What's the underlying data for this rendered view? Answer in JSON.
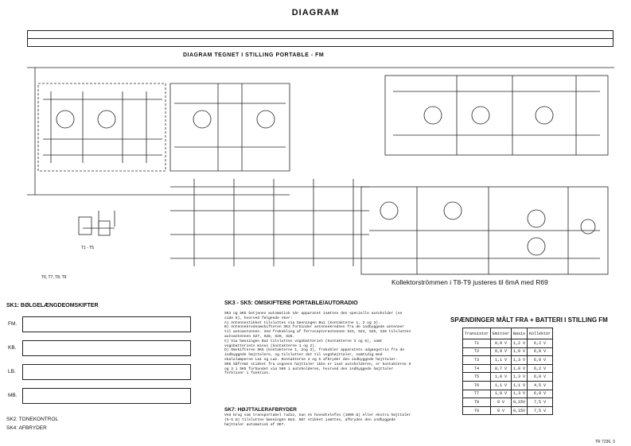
{
  "title": "DIAGRAM",
  "subtitle": "DIAGRAM TEGNET I STILLING PORTABLE - FM",
  "note": "Kollektorströmmen i T8-T9 justeres til 6mA med R69",
  "transistor_labels": {
    "group1": "T1 - T5",
    "group2": "T6, T7, T8, T9"
  },
  "sk1": {
    "title": "SK1: BØLGELÆNGDEOMSKIFTER",
    "bands": [
      "FM.",
      "KB.",
      "LB.",
      "MB."
    ]
  },
  "sk2": "SK2: TONEKONTROL",
  "sk4": "SK4: AFBRYDER",
  "sk3": {
    "title": "SK3 - SK5: OMSKIFTERE PORTABLE/AUTORADIO",
    "text": "SK3 og SK5 betjenes automatisk når apparatet isættes den specielle autoholder (se side 6), hvorved følgende sker:\nA) Antennestikket tilsluttes via bøsningen Bu1 (kontakterne 1, 2 og 3).\nB) Antennekredsomskifteren SK3 forbinder antennekredsen fra de indbyggede antenner til autoantennen. Ved frakobling af ferroceptorantennen S23, S24, S25, S26 tilsluttes autoantennen S27, S28, S29, S26.\nC) Via bøsningen Bu2 tilsluttes vognbatteriet (kontakterne 3 og 6), samt vognbatteriets minus (kontakterne 1 og 2).\nD) Omskifteren SK5 (kontakterne 1, 2og 3), frakobler apparatets udgangstrin fra de indbyggede højttalere, og tilslutter det til vognhøjttaler, samtidig med skalalamperne La1 og La2. Kontakterne 4 og 5 afbryder den indbyggede højttaler.\nSK6 Såfremt stikket fra vognens højttaler ikke er isat autoholderen, er kontakterne 5 og 3 i SK5 forbundet via SK6 i autoholderen, hvorved den indbyggede højttaler forbliver i funktion."
  },
  "sk7": {
    "title": "SK7: HØJTTALERAFBRYDER",
    "text": "Ved brug som transportabel radio, kan en hovedtelefon (1000 Ω) eller ekstra højttaler (5-5 Ω) tilsluttes bøsningen Bu3. Når stikket isættes, afbrydes den indbyggede højttaler automatisk af SK7."
  },
  "voltages": {
    "title": "SPÆNDINGER MÅLT FRA + BATTERI I STILLING FM",
    "headers": [
      "Transistor",
      "Emitter",
      "Basis",
      "Kollektor"
    ],
    "rows": [
      [
        "T1",
        "0,9 V",
        "1,2 V",
        "6,2 V"
      ],
      [
        "T2",
        "0,9 V",
        "1,0 V",
        "6,8 V"
      ],
      [
        "T3",
        "1,1 V",
        "1,3 V",
        "6,0 V"
      ],
      [
        "T4",
        "0,7 V",
        "1,0 V",
        "6,2 V"
      ],
      [
        "T5",
        "1,0 V",
        "1,3 V",
        "6,0 V"
      ],
      [
        "T6",
        "1,1 V",
        "1,1 V",
        "4,5 V"
      ],
      [
        "T7",
        "1,0 V",
        "1,3 V",
        "6,0 V"
      ],
      [
        "T8",
        "0 V",
        "0,15V",
        "7,5 V"
      ],
      [
        "T9",
        "0 V",
        "0,15V",
        "7,5 V"
      ]
    ]
  },
  "footer": "TR 7236. 3"
}
